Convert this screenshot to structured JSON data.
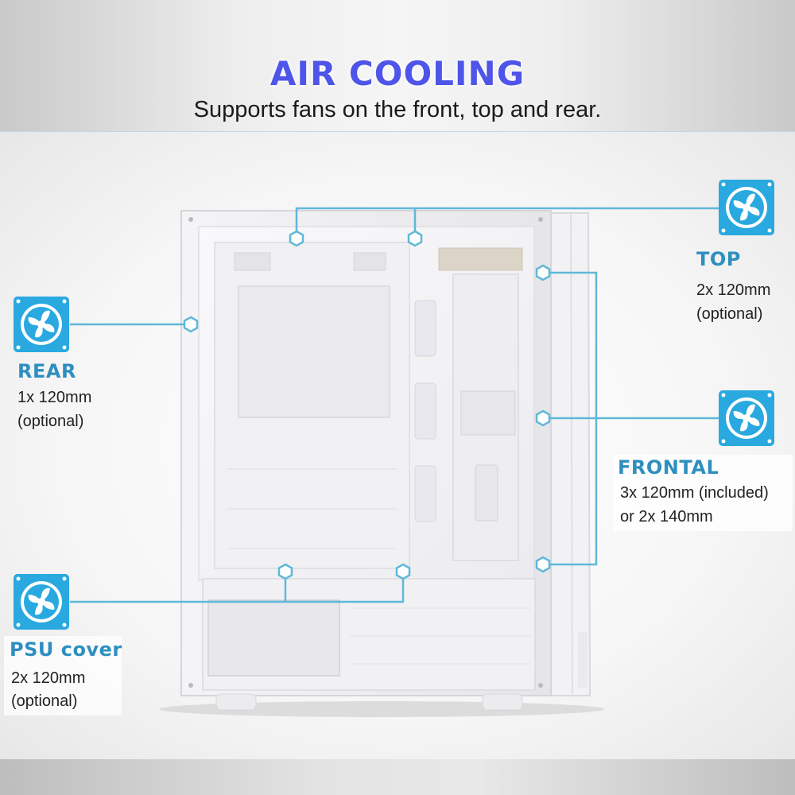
{
  "header": {
    "title": "AIR COOLING",
    "subtitle": "Supports fans on the front, top and rear."
  },
  "fans": {
    "top": {
      "label": "TOP",
      "line1": "2x 120mm",
      "line2": "(optional)",
      "icon": "fan-icon"
    },
    "rear": {
      "label": "REAR",
      "line1": "1x 120mm",
      "line2": "(optional)",
      "icon": "fan-icon"
    },
    "front": {
      "label": "FRONTAL",
      "line1": "3x 120mm (included)",
      "line2": "or 2x 140mm",
      "icon": "fan-icon"
    },
    "psu": {
      "label": "PSU cover",
      "line1": "2x 120mm",
      "line2": "(optional)",
      "icon": "fan-icon"
    }
  },
  "colors": {
    "title": "#4f55e8",
    "accent": "#2e8fbf",
    "fan_icon_bg": "#29a9df",
    "connector": "#5fb8d8"
  }
}
